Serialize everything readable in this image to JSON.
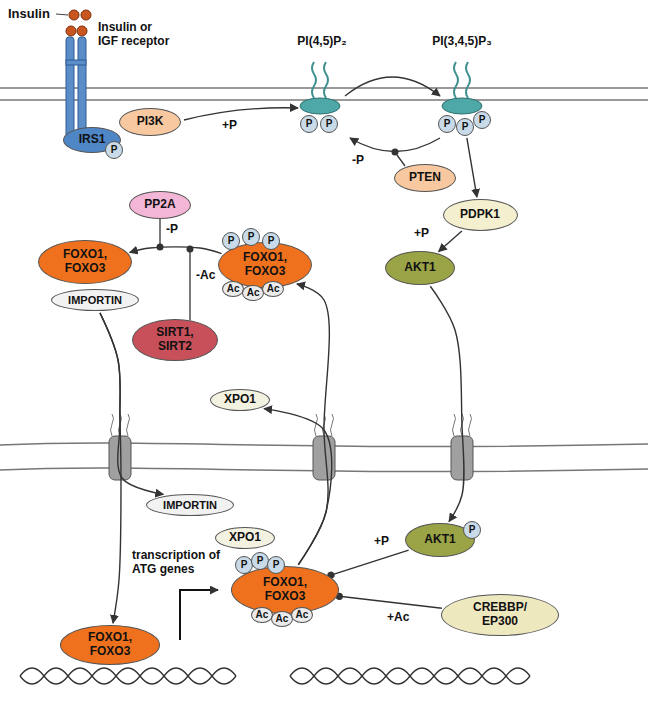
{
  "diagram": {
    "nodes": [
      {
        "text": [
          "IRS1"
        ]
      },
      {
        "text": [
          "P"
        ],
        "in": 0
      },
      {
        "text": [
          "PI3K"
        ]
      },
      {
        "text": [
          "P"
        ]
      },
      {
        "text": [
          "P"
        ]
      },
      {
        "text": [
          "P"
        ]
      },
      {
        "text": [
          "P"
        ]
      },
      {
        "text": [
          "P"
        ]
      },
      {
        "text": [
          "PTEN"
        ]
      },
      {
        "text": [
          "PDPK1"
        ]
      },
      {
        "text": [
          "AKT1"
        ]
      },
      {
        "text": [
          "PP2A"
        ]
      },
      {
        "text": [
          "FOXO1, FOXO3"
        ]
      },
      {
        "text": [
          "IMPORTIN"
        ]
      },
      {
        "text": [
          "SIRT1, SIRT2"
        ]
      },
      {
        "text": [
          "FOXO1, FOXO3"
        ]
      },
      {
        "text": [
          "P"
        ],
        "in": 15
      },
      {
        "text": [
          "P"
        ],
        "in": 15
      },
      {
        "text": [
          "P"
        ],
        "in": 15
      },
      {
        "text": [
          "Ac"
        ],
        "in": 15
      },
      {
        "text": [
          "Ac"
        ],
        "in": 15
      },
      {
        "text": [
          "Ac"
        ],
        "in": 15
      },
      {
        "text": [
          "XPO1"
        ]
      },
      {
        "text": [
          "IMPORTIN"
        ]
      },
      {
        "text": [
          "AKT1"
        ]
      },
      {
        "text": [
          "P"
        ],
        "in": 24
      },
      {
        "text": [
          "XPO1"
        ]
      },
      {
        "text": [
          "FOXO1, FOXO3"
        ]
      },
      {
        "text": [
          "P"
        ],
        "in": 27
      },
      {
        "text": [
          "P"
        ],
        "in": 27
      },
      {
        "text": [
          "P"
        ],
        "in": 27
      },
      {
        "text": [
          "Ac"
        ],
        "in": 27
      },
      {
        "text": [
          "Ac"
        ],
        "in": 27
      },
      {
        "text": [
          "Ac"
        ],
        "in": 27
      },
      {
        "text": [
          "CREBBP/ EP300"
        ]
      },
      {
        "text": [
          "FOXO1, FOXO3"
        ]
      }
    ],
    "edges": [
      {
        "from": 6,
        "to": 9,
        "arrow": "to"
      },
      {
        "from": 9,
        "to": 10,
        "label": "+P",
        "arrow": "to"
      },
      {
        "from": 10,
        "to": 24,
        "arrow": "to"
      },
      {
        "from": 24,
        "to": 27,
        "label": "+P",
        "arrow": "to"
      },
      {
        "from": 34,
        "to": 27,
        "label": "+Ac",
        "arrow": "to"
      },
      {
        "from": 27,
        "to": 15,
        "arrow": "to"
      },
      {
        "from": 27,
        "to": 22,
        "arrow": "to"
      },
      {
        "from": 15,
        "to": 12,
        "arrow": "to"
      },
      {
        "from": 13,
        "to": 35,
        "arrow": "to"
      },
      {
        "from": 13,
        "to": 23,
        "arrow": "to"
      }
    ],
    "labels": [
      "Insulin",
      "Insulin or IGF receptor",
      "PI(4,5)P₂",
      "PI(3,4,5)P₃",
      "+P",
      "-P",
      "-P",
      "-Ac",
      "transcription of ATG genes"
    ]
  }
}
